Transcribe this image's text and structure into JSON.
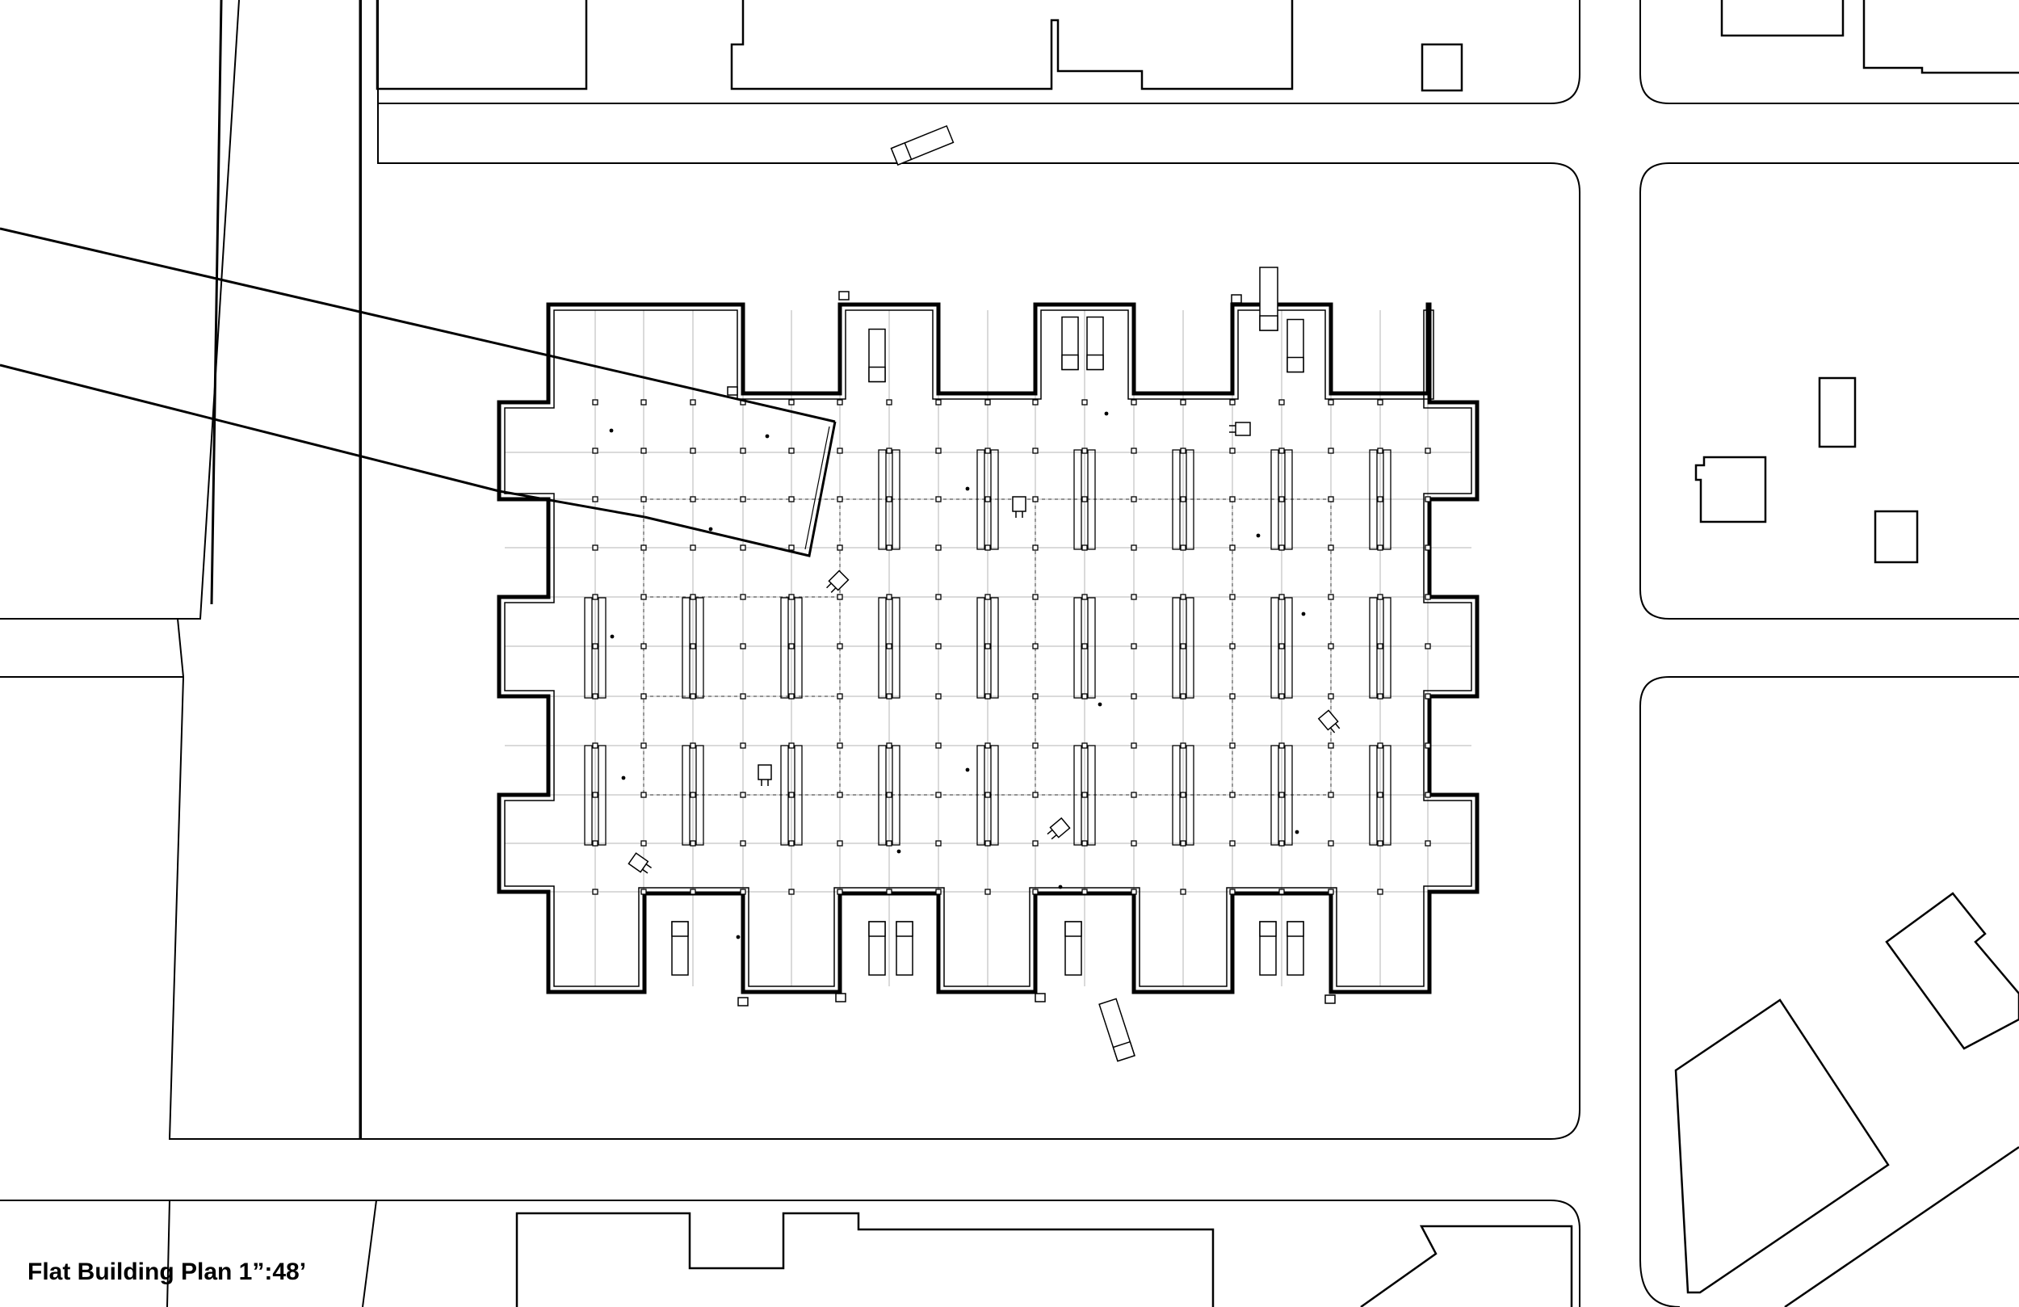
{
  "caption": "Flat Building Plan 1”:48’",
  "colors": {
    "background": "#ffffff",
    "linework": "#000000",
    "grid": "#b4b4b4",
    "partition": "#555555"
  },
  "drawing": {
    "type": "architectural site plan",
    "building_outline": "cross-notched rectangular hall with loading docks on north and south sides",
    "elements": [
      "city-blocks",
      "street-curbs",
      "neighbor-buildings",
      "structural-column-grid",
      "storage-racks",
      "trucks",
      "forklifts",
      "elevated-conveyor-bridge"
    ]
  }
}
